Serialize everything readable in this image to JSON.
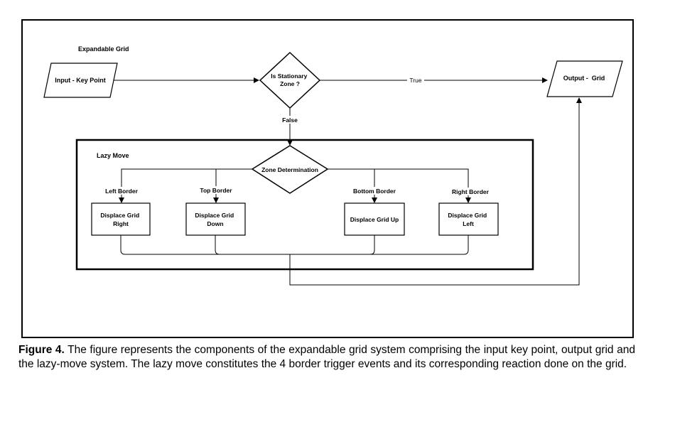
{
  "diagram": {
    "title": "Expandable Grid",
    "input_node": "Input - Key Point",
    "decision_stationary": [
      "Is Stationary",
      "Zone ?"
    ],
    "edge_true": "True",
    "edge_false": "False",
    "output_node": "Output -  Grid",
    "lazy_move": {
      "title": "Lazy Move",
      "decision_zone": "Zone Determination",
      "branches": [
        {
          "edge_label": "Left Border",
          "action": [
            "Displace Grid",
            "Right"
          ]
        },
        {
          "edge_label": "Top Border",
          "action": [
            "Displace Grid",
            "Down"
          ]
        },
        {
          "edge_label": "Bottom Border",
          "action": [
            "Displace Grid Up"
          ]
        },
        {
          "edge_label": "Right Border",
          "action": [
            "Displace Grid",
            "Left"
          ]
        }
      ]
    }
  },
  "caption": {
    "label": "Figure 4.",
    "text": " The figure represents the components of the expandable grid system comprising the input key point, output grid and the lazy-move system. The lazy move constitutes the 4 border trigger events and its corresponding reaction done on the grid."
  }
}
